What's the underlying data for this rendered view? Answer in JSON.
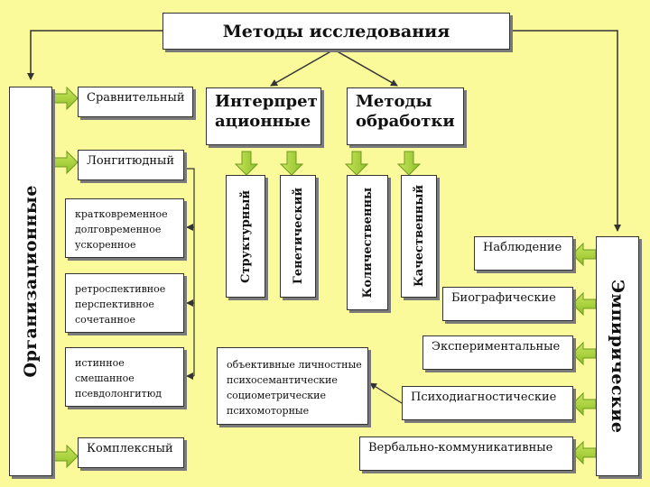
{
  "title": "Методы исследования",
  "organizational": {
    "label": "Организационные",
    "items": [
      "Сравнительный",
      "Лонгитюдный",
      "Комплексный"
    ],
    "longitudinal_subtypes": [
      [
        "кратковременное",
        "долговременное",
        "ускоренное"
      ],
      [
        "ретроспективное",
        "перспективное",
        "сочетанное"
      ],
      [
        "истинное",
        "смешанное",
        "псевдолонгитюд"
      ]
    ]
  },
  "interpretation": {
    "title_line1": "Интерпрет",
    "title_line2": "ационные",
    "items": [
      "Структурный",
      "Генетический"
    ]
  },
  "processing": {
    "title_line1": "Методы",
    "title_line2": "обработки",
    "items": [
      "Количественны",
      "Качественный"
    ]
  },
  "empirical": {
    "label": "Эмпирические",
    "items": [
      "Наблюдение",
      "Биографические",
      "Экспериментальные",
      "Психодиагностические",
      "Вербально-коммуникативные"
    ],
    "psychodiagnostic_subtypes": [
      "объективные личностные",
      "психосемантические",
      "социометрические",
      "психомоторные"
    ]
  },
  "colors": {
    "background": "#fbfa9b",
    "arrow_green": "#a6cf3b",
    "arrow_green_dark": "#6d9a1e",
    "box_border": "#333333"
  }
}
